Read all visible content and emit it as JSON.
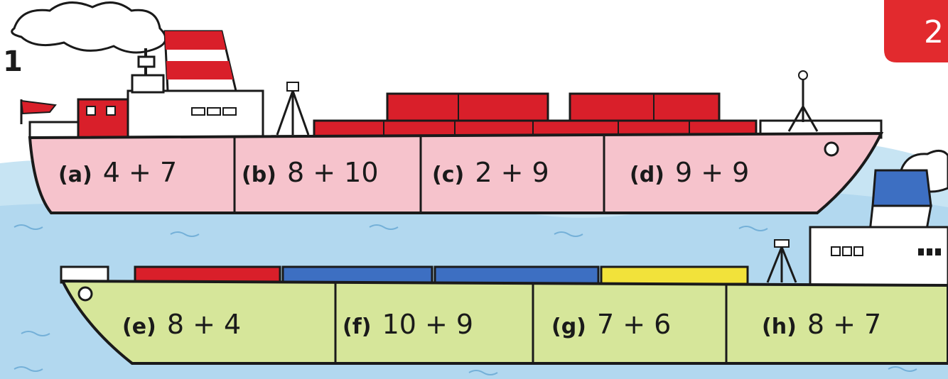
{
  "page_number": "2",
  "exercise_number": "1",
  "colors": {
    "sea": "#bfe0f0",
    "sea_dark": "#7fbfe0",
    "pink_hull": "#f6c3cc",
    "green_hull": "#d6e69a",
    "red": "#d91f2a",
    "blue": "#3d6fc2",
    "yellow": "#f2e23a",
    "ink": "#1a1a1a"
  },
  "ship_top": {
    "problems": [
      {
        "letter": "(a)",
        "expression": "4 + 7"
      },
      {
        "letter": "(b)",
        "expression": "8 + 10"
      },
      {
        "letter": "(c)",
        "expression": "2 + 9"
      },
      {
        "letter": "(d)",
        "expression": "9 + 9"
      }
    ]
  },
  "ship_bottom": {
    "problems": [
      {
        "letter": "(e)",
        "expression": "8 + 4"
      },
      {
        "letter": "(f)",
        "expression": "10 + 9"
      },
      {
        "letter": "(g)",
        "expression": "7 + 6"
      },
      {
        "letter": "(h)",
        "expression": "8 + 7"
      }
    ]
  }
}
